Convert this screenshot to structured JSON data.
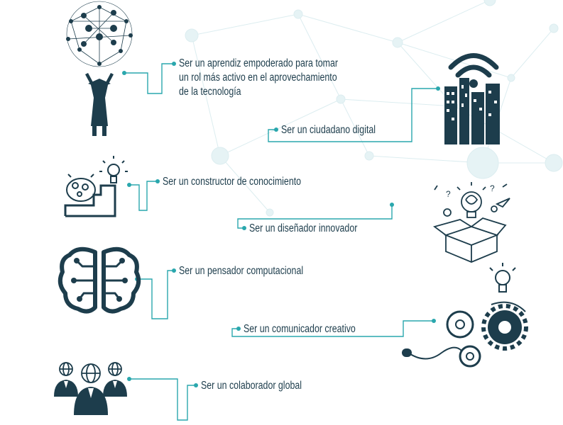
{
  "colors": {
    "dark": "#1d3d4c",
    "accent": "#2aa7ad",
    "network": "#d8ecef"
  },
  "items": [
    {
      "lines": [
        "Ser un aprendiz empoderado para tomar",
        "un rol más activo en el aprovechamiento",
        "de la tecnología"
      ],
      "icon": "graduate-network-icon"
    },
    {
      "lines": [
        "Ser un ciudadano digital"
      ],
      "icon": "digital-city-wifi-icon"
    },
    {
      "lines": [
        "Ser un constructor de conocimiento"
      ],
      "icon": "brain-lightbulb-steps-icon"
    },
    {
      "lines": [
        "Ser un diseñador innovador"
      ],
      "icon": "idea-box-icon"
    },
    {
      "lines": [
        "Ser un pensador computacional"
      ],
      "icon": "circuit-brain-icon"
    },
    {
      "lines": [
        "Ser un comunicador creativo"
      ],
      "icon": "gears-lightbulb-icon"
    },
    {
      "lines": [
        "Ser un colaborador global"
      ],
      "icon": "global-team-icon"
    }
  ]
}
